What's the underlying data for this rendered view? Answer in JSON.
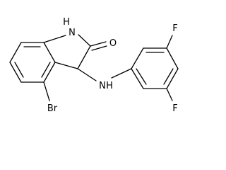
{
  "molecule": {
    "atoms": {
      "nh_ring": "H",
      "nh_ring_n": "N",
      "carbonyl_o": "O",
      "amine_n": "N",
      "amine_h": "H",
      "bromine": "Br",
      "fluorine_top": "F",
      "fluorine_bottom": "F"
    }
  },
  "colors": {
    "bond": "#000000",
    "label": "#000000",
    "background": "#ffffff"
  }
}
